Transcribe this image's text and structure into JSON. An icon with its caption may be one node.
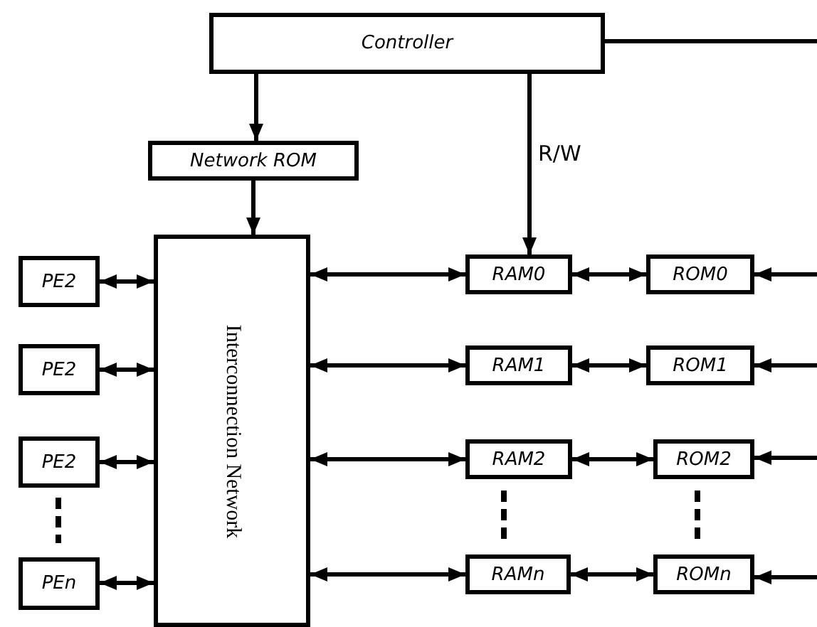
{
  "diagram": {
    "nodes": [
      {
        "text": [
          "Controller"
        ]
      },
      {
        "text": [
          "Network ROM"
        ]
      },
      {
        "text": [
          "Interconnection Network"
        ]
      },
      {
        "text": [
          "PE2"
        ]
      },
      {
        "text": [
          "PE2"
        ]
      },
      {
        "text": [
          "PE2"
        ]
      },
      {
        "text": [
          "PEn"
        ]
      },
      {
        "text": [
          "RAM0"
        ]
      },
      {
        "text": [
          "ROM0"
        ]
      },
      {
        "text": [
          "RAM1"
        ]
      },
      {
        "text": [
          "ROM1"
        ]
      },
      {
        "text": [
          "RAM2"
        ]
      },
      {
        "text": [
          "ROM2"
        ]
      },
      {
        "text": [
          "RAMn"
        ]
      },
      {
        "text": [
          "ROMn"
        ]
      }
    ],
    "edges": [
      {
        "from": 0,
        "to": 1,
        "arrow": "to"
      },
      {
        "from": 1,
        "to": 2,
        "arrow": "to"
      },
      {
        "from": 0,
        "to": 7,
        "arrow": "to",
        "label": "R/W"
      },
      {
        "from": 0,
        "to": null,
        "arrow": "none"
      },
      {
        "from": 3,
        "to": 2,
        "arrow": "both"
      },
      {
        "from": 4,
        "to": 2,
        "arrow": "both"
      },
      {
        "from": 5,
        "to": 2,
        "arrow": "both"
      },
      {
        "from": 6,
        "to": 2,
        "arrow": "both"
      },
      {
        "from": 2,
        "to": 7,
        "arrow": "both"
      },
      {
        "from": 2,
        "to": 9,
        "arrow": "both"
      },
      {
        "from": 2,
        "to": 11,
        "arrow": "both"
      },
      {
        "from": 2,
        "to": 13,
        "arrow": "both"
      },
      {
        "from": 7,
        "to": 8,
        "arrow": "both"
      },
      {
        "from": 9,
        "to": 10,
        "arrow": "both"
      },
      {
        "from": 11,
        "to": 12,
        "arrow": "both"
      },
      {
        "from": 13,
        "to": 14,
        "arrow": "both"
      },
      {
        "from": null,
        "to": 8,
        "arrow": "to"
      },
      {
        "from": null,
        "to": 10,
        "arrow": "to"
      },
      {
        "from": null,
        "to": 12,
        "arrow": "to"
      },
      {
        "from": null,
        "to": 14,
        "arrow": "to"
      }
    ]
  }
}
